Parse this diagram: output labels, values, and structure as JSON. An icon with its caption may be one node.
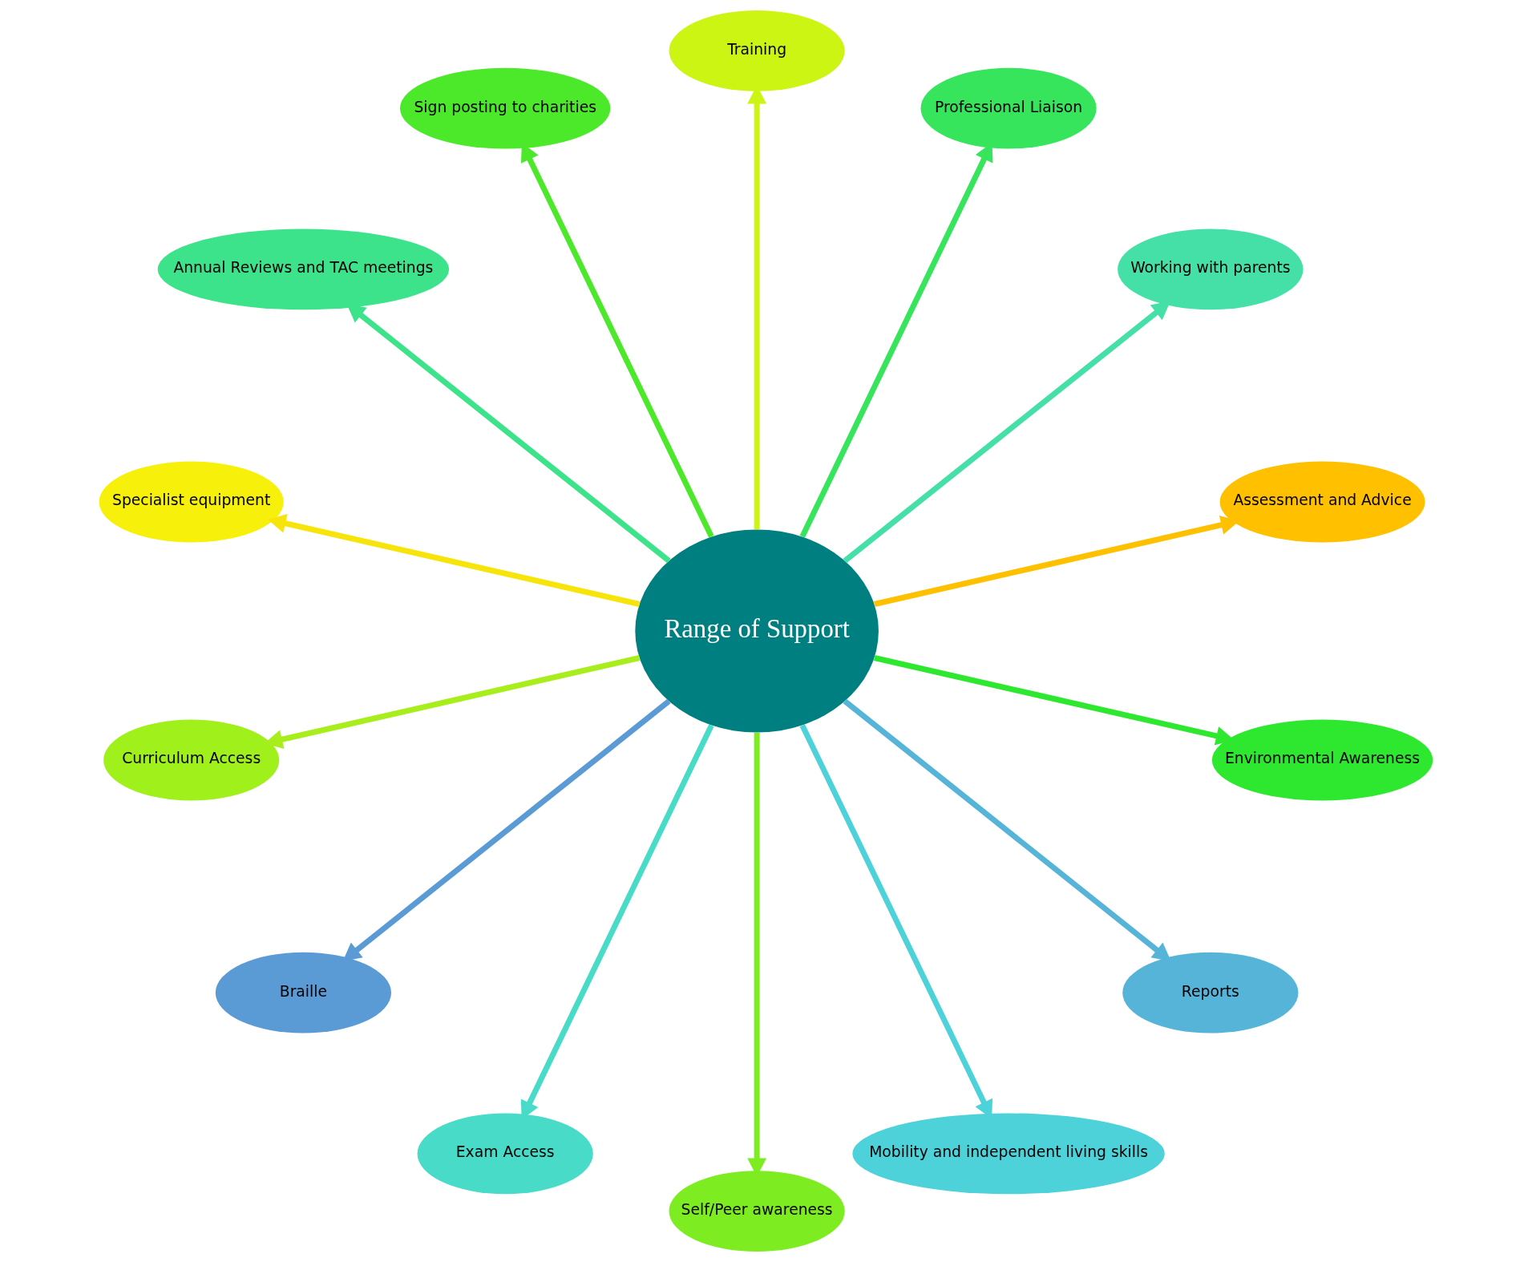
{
  "diagram": {
    "nodes": [
      {
        "text": [
          "Range of Support"
        ]
      },
      {
        "text": [
          "Assessment and Advice"
        ]
      },
      {
        "text": [
          "Working with parents"
        ]
      },
      {
        "text": [
          "Professional Liaison"
        ]
      },
      {
        "text": [
          "Training"
        ]
      },
      {
        "text": [
          "Sign posting to charities"
        ]
      },
      {
        "text": [
          "Annual Reviews and TAC meetings"
        ]
      },
      {
        "text": [
          "Specialist equipment"
        ]
      },
      {
        "text": [
          "Curriculum Access"
        ]
      },
      {
        "text": [
          "Braille"
        ]
      },
      {
        "text": [
          "Exam Access"
        ]
      },
      {
        "text": [
          "Self/Peer awareness"
        ]
      },
      {
        "text": [
          "Mobility and independent living skills"
        ]
      },
      {
        "text": [
          "Reports"
        ]
      },
      {
        "text": [
          "Environmental Awareness"
        ]
      }
    ],
    "edges": [
      {
        "from": 0,
        "to": 1,
        "arrow": "to",
        "color": "#ffc000"
      },
      {
        "from": 0,
        "to": 2,
        "arrow": "to",
        "color": "#45e0a8"
      },
      {
        "from": 0,
        "to": 3,
        "arrow": "to",
        "color": "#36e55c"
      },
      {
        "from": 0,
        "to": 4,
        "arrow": "to",
        "color": "#cdf514"
      },
      {
        "from": 0,
        "to": 5,
        "arrow": "to",
        "color": "#4ce82a"
      },
      {
        "from": 0,
        "to": 6,
        "arrow": "to",
        "color": "#3de38a"
      },
      {
        "from": 0,
        "to": 7,
        "arrow": "to",
        "color": "#f7e40a"
      },
      {
        "from": 0,
        "to": 8,
        "arrow": "to",
        "color": "#a8ee1c"
      },
      {
        "from": 0,
        "to": 9,
        "arrow": "to",
        "color": "#5b9bd5"
      },
      {
        "from": 0,
        "to": 10,
        "arrow": "to",
        "color": "#48dcc8"
      },
      {
        "from": 0,
        "to": 11,
        "arrow": "to",
        "color": "#7ded22"
      },
      {
        "from": 0,
        "to": 12,
        "arrow": "to",
        "color": "#4dd2da"
      },
      {
        "from": 0,
        "to": 13,
        "arrow": "to",
        "color": "#56b4d8"
      },
      {
        "from": 0,
        "to": 14,
        "arrow": "to",
        "color": "#2ee830"
      }
    ]
  }
}
